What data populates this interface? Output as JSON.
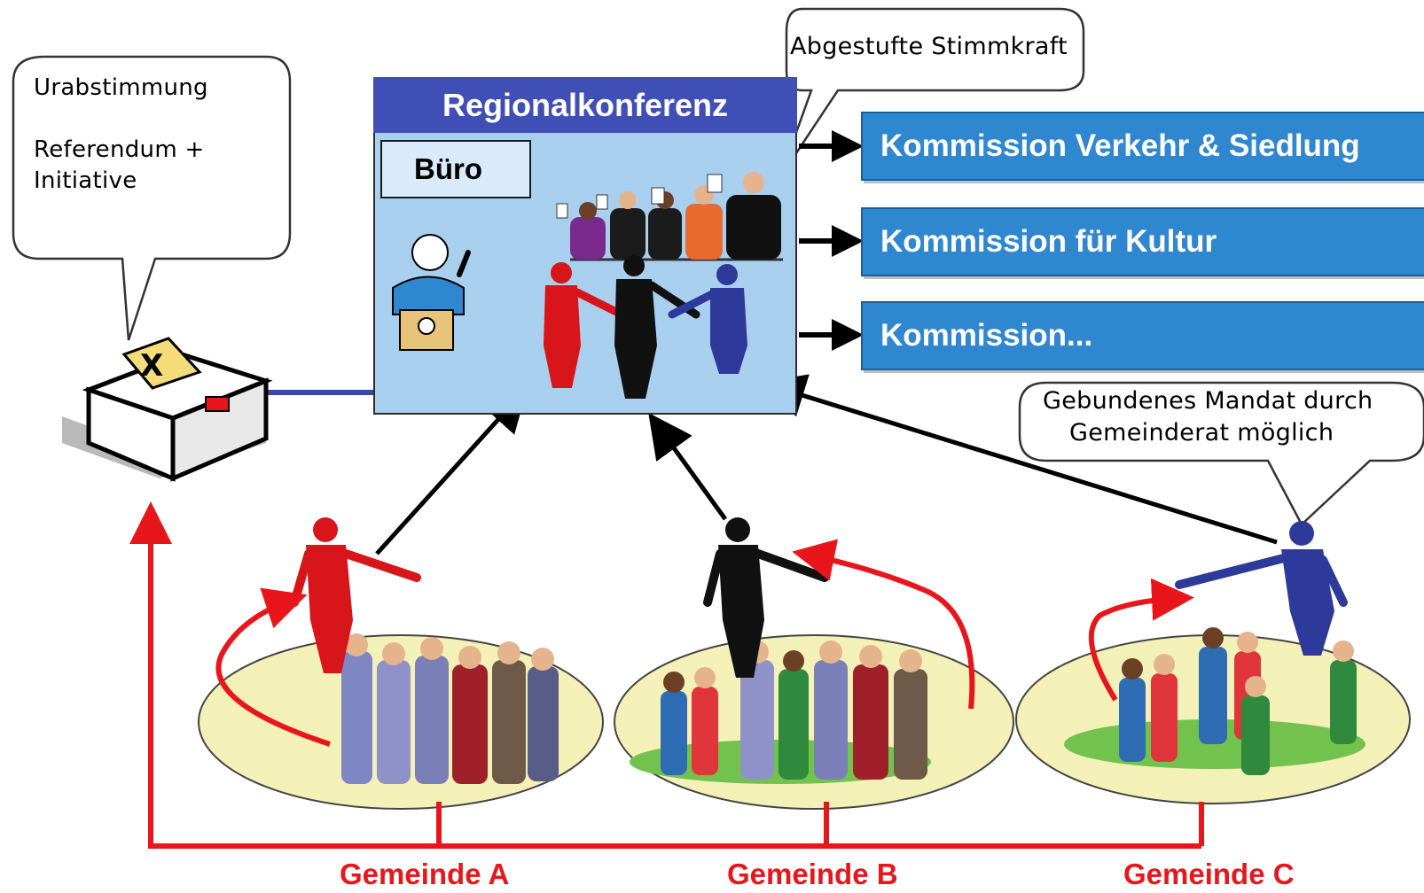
{
  "bubbles": {
    "urabstimmung": "Urabstimmung",
    "referendum_line1": "Referendum +",
    "referendum_line2": "Initiative",
    "stimmkraft": "Abgestufte Stimmkraft",
    "mandat_line1": "Gebundenes Mandat durch",
    "mandat_line2": "Gemeinderat möglich"
  },
  "conference": {
    "title": "Regionalkonferenz",
    "buero": "Büro"
  },
  "commissions": [
    "Kommission Verkehr & Siedlung",
    "Kommission für Kultur",
    "Kommission..."
  ],
  "communities": [
    "Gemeinde A",
    "Gemeinde B",
    "Gemeinde C"
  ],
  "icons": {
    "ballot_box": "ballot-box-icon",
    "speaker": "speaker-at-podium-icon",
    "voting_panel": "voting-panel-icon",
    "delegates": "delegate-figure-icon",
    "crowd": "citizens-group-icon"
  },
  "colors": {
    "header": "#3f4fb6",
    "conference_bg": "#a9cfef",
    "commission_bg": "#2f87cf",
    "red_flow": "#e8161b",
    "delegate_a": "#d8151b",
    "delegate_b": "#111111",
    "delegate_c": "#2d3a9a",
    "ellipse_fill": "#f3f0b8"
  }
}
